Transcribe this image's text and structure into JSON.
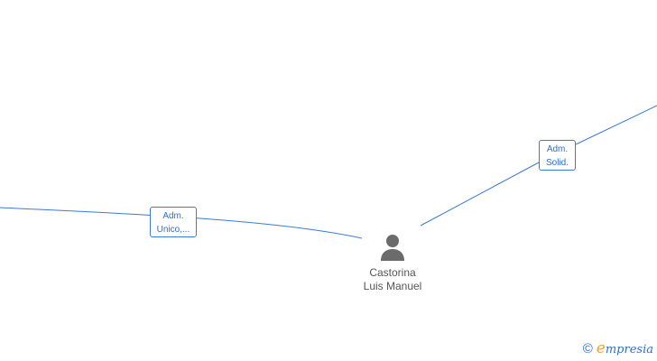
{
  "diagram": {
    "edge_color": "#3a7bd5",
    "edges": [
      {
        "label_lines": [
          "Adm.",
          "Unico,..."
        ]
      },
      {
        "label_lines": [
          "Adm.",
          "Solid."
        ]
      }
    ],
    "center_node": {
      "icon": "person-icon",
      "name_lines": [
        "Castorina",
        "Luis Manuel"
      ]
    }
  },
  "branding": {
    "copyright_symbol": "©",
    "logo_initial": "e",
    "logo_rest": "mpresia",
    "accent_color": "#f0a22e"
  }
}
